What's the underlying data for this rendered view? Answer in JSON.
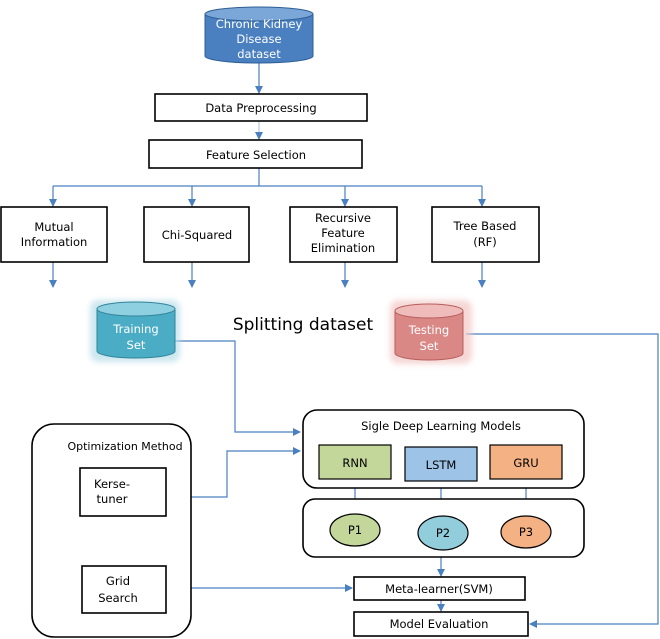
{
  "colors": {
    "cylinder_blue": "#4a7fc0",
    "cylinder_blue_top": "#7aa6d8",
    "training": "#4bacc6",
    "training_top": "#8fd0e0",
    "testing": "#d98886",
    "testing_top": "#f0bcbb",
    "arrow": "#4a7fc0",
    "rnn": "#c4d79b",
    "lstm": "#9dc3e6",
    "gru": "#f4b183",
    "p1": "#c4d79b",
    "p2": "#92cddc",
    "p3": "#f4b183"
  },
  "dataset": {
    "line1": "Chronic Kidney",
    "line2": "Disease",
    "line3": "dataset"
  },
  "steps": {
    "preprocessing": "Data Preprocessing",
    "feature_selection": "Feature Selection"
  },
  "methods": {
    "mutual_1": "Mutual",
    "mutual_2": "Information",
    "chi": "Chi-Squared",
    "rfe_1": "Recursive",
    "rfe_2": "Feature",
    "rfe_3": "Elimination",
    "tree_1": "Tree Based",
    "tree_2": "(RF)"
  },
  "split": {
    "label": "Splitting dataset",
    "training_1": "Training",
    "training_2": "Set",
    "testing_1": "Testing",
    "testing_2": "Set"
  },
  "optimization": {
    "title": "Optimization Method",
    "kerse_1": "Kerse-",
    "kerse_2": "tuner",
    "grid_1": "Grid",
    "grid_2": "Search"
  },
  "models": {
    "title": "Sigle Deep Learning Models",
    "rnn": "RNN",
    "lstm": "LSTM",
    "gru": "GRU",
    "p1": "P1",
    "p2": "P2",
    "p3": "P3"
  },
  "final": {
    "meta": "Meta-learner(SVM)",
    "evaluation": "Model Evaluation"
  }
}
